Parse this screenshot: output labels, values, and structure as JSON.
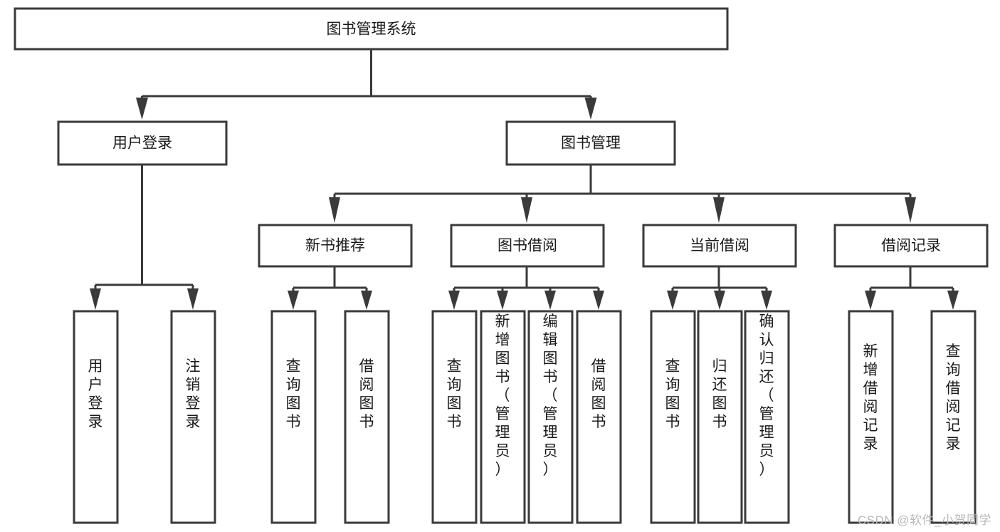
{
  "diagram": {
    "type": "tree",
    "title": "图书管理系统",
    "watermark": "CSDN @软件_小贺同学",
    "colors": {
      "box_stroke": "#3a3a3a",
      "box_fill": "#ffffff",
      "text": "#1a1a1a",
      "connector": "#3a3a3a",
      "watermark": "#b9b9b9",
      "background": "#ffffff"
    },
    "root": {
      "id": "root",
      "label": "图书管理系统"
    },
    "level1": [
      {
        "id": "user-login",
        "label": "用户登录"
      },
      {
        "id": "book-manage",
        "label": "图书管理"
      }
    ],
    "level2": [
      {
        "id": "new-book-recommend",
        "label": "新书推荐",
        "parent": "book-manage"
      },
      {
        "id": "book-borrow",
        "label": "图书借阅",
        "parent": "book-manage"
      },
      {
        "id": "current-borrow",
        "label": "当前借阅",
        "parent": "book-manage"
      },
      {
        "id": "borrow-record",
        "label": "借阅记录",
        "parent": "book-manage"
      }
    ],
    "leaves": [
      {
        "id": "leaf-user-login",
        "label": "用户登录",
        "parent": "user-login"
      },
      {
        "id": "leaf-logout",
        "label": "注销登录",
        "parent": "user-login"
      },
      {
        "id": "leaf-query-book-1",
        "label": "查询图书",
        "parent": "new-book-recommend"
      },
      {
        "id": "leaf-borrow-book-1",
        "label": "借阅图书",
        "parent": "new-book-recommend"
      },
      {
        "id": "leaf-query-book-2",
        "label": "查询图书",
        "parent": "book-borrow"
      },
      {
        "id": "leaf-add-book",
        "label": "新增图书（管理员）",
        "parent": "book-borrow"
      },
      {
        "id": "leaf-edit-book",
        "label": "编辑图书（管理员）",
        "parent": "book-borrow"
      },
      {
        "id": "leaf-borrow-book-2",
        "label": "借阅图书",
        "parent": "book-borrow"
      },
      {
        "id": "leaf-query-book-3",
        "label": "查询图书",
        "parent": "current-borrow"
      },
      {
        "id": "leaf-return-book",
        "label": "归还图书",
        "parent": "current-borrow"
      },
      {
        "id": "leaf-confirm-return",
        "label": "确认归还（管理员）",
        "parent": "current-borrow"
      },
      {
        "id": "leaf-add-record",
        "label": "新增借阅记录",
        "parent": "borrow-record"
      },
      {
        "id": "leaf-query-record",
        "label": "查询借阅记录",
        "parent": "borrow-record"
      }
    ]
  }
}
